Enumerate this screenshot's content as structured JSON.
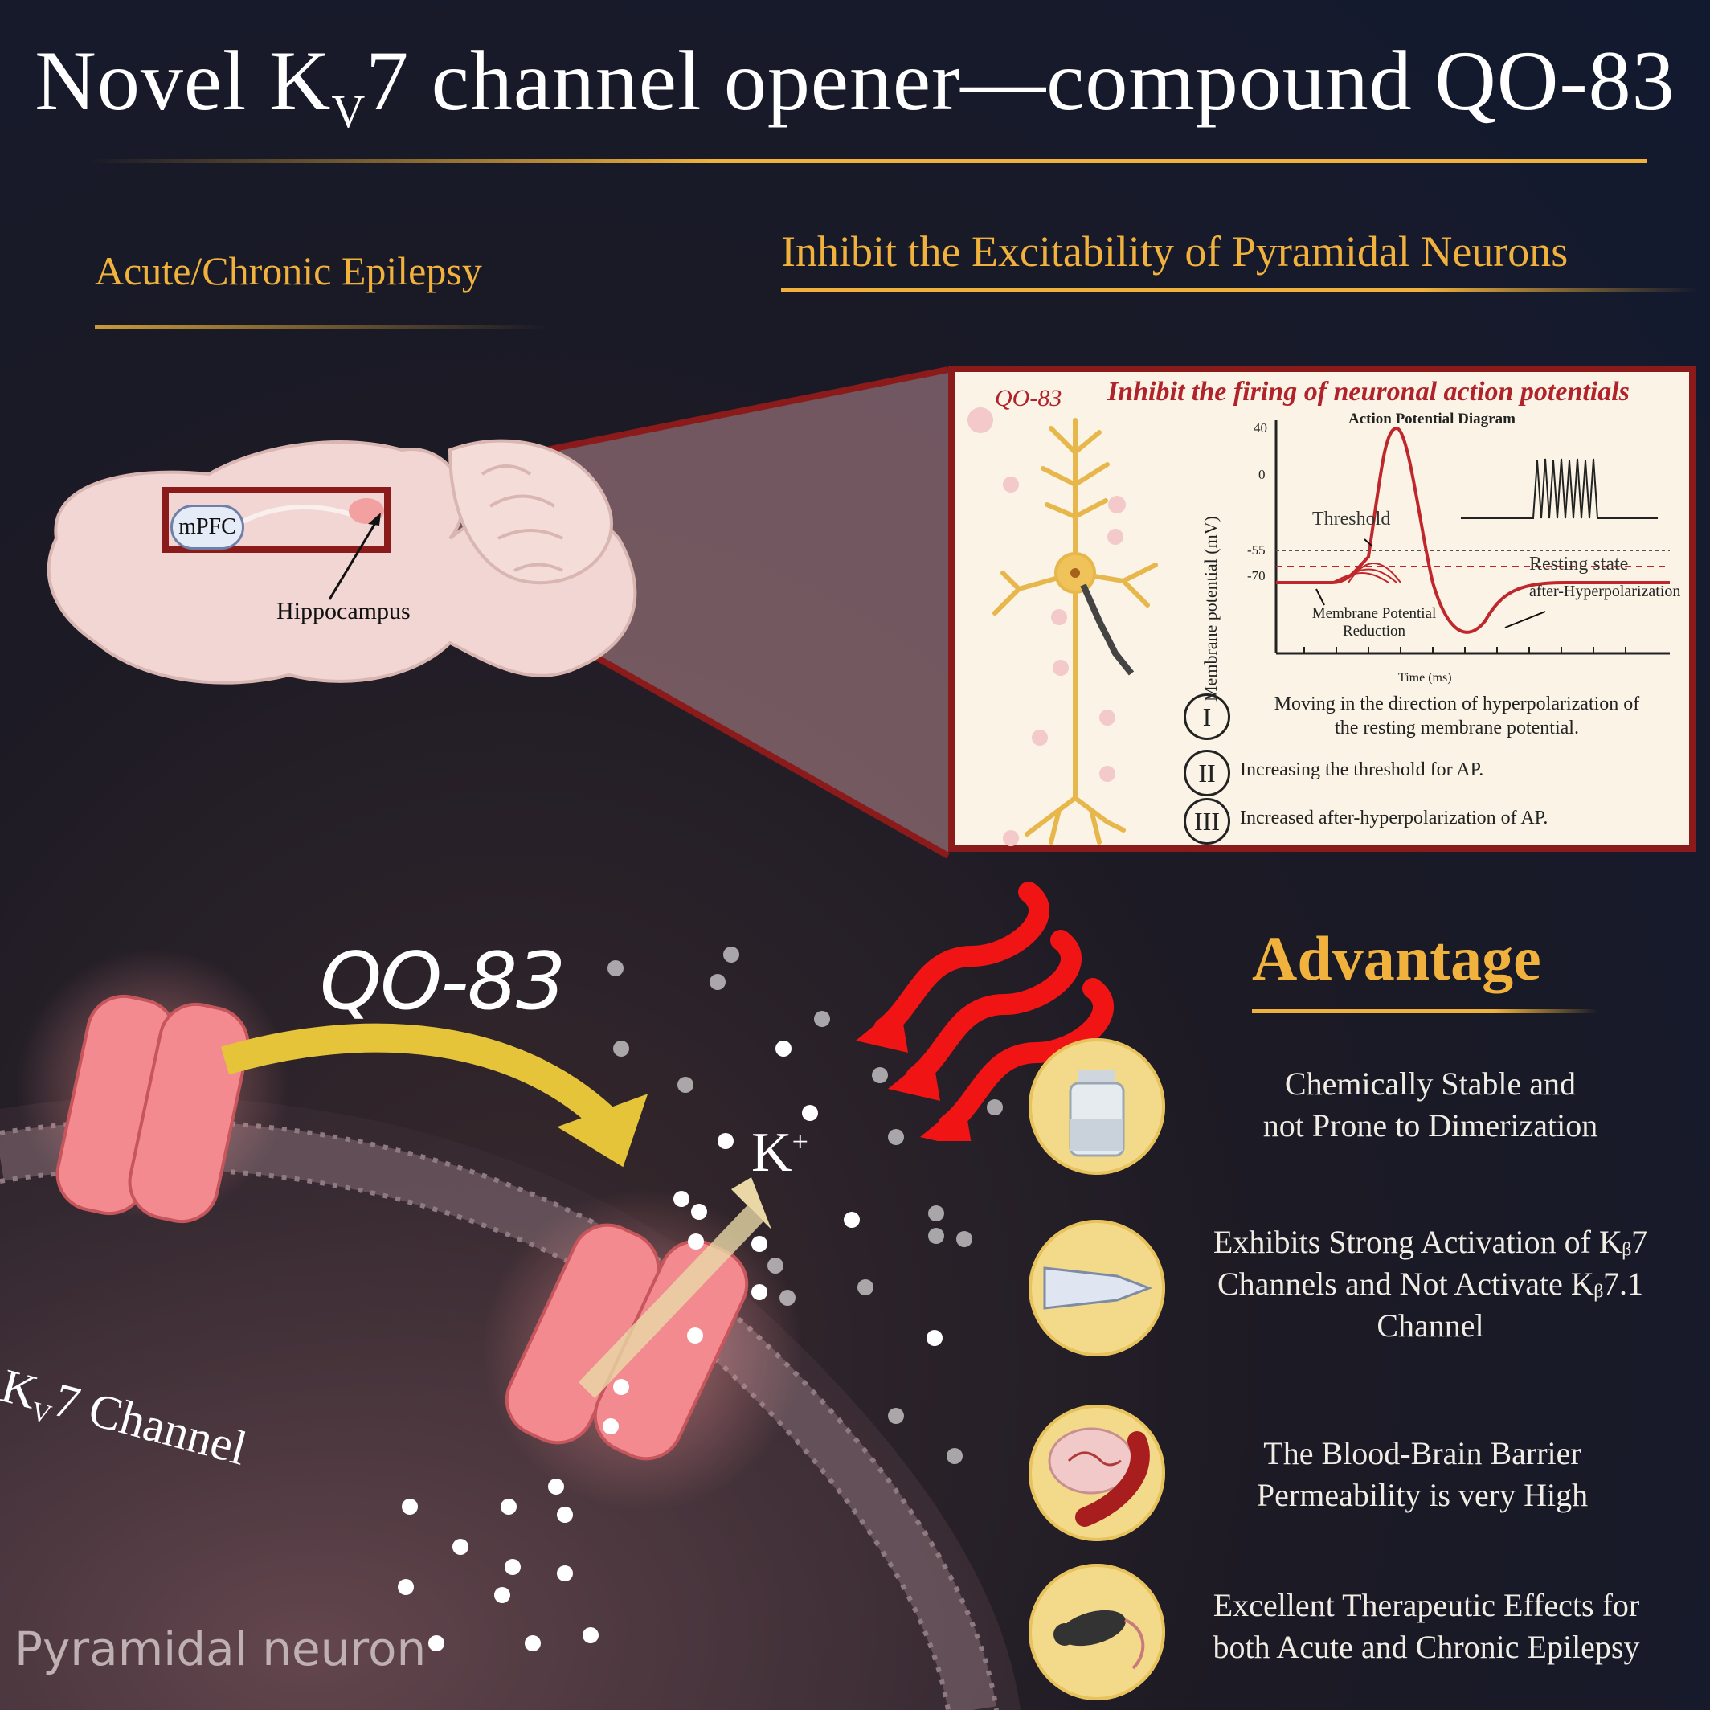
{
  "title": {
    "part1": "Novel K",
    "sub": "V",
    "part2": "7 channel opener—compound QO-83"
  },
  "left_heading": "Acute/Chronic Epilepsy",
  "right_heading": "Inhibit the Excitability of Pyramidal Neurons",
  "brain": {
    "mpfc": "mPFC",
    "hippocampus": "Hippocampus"
  },
  "panel": {
    "qo_label": "QO-83",
    "heading": "Inhibit the firing of neuronal action potentials",
    "chart_title": "Action Potential Diagram",
    "ylabel": "Membrane potential (mV)",
    "xlabel": "Time (ms)",
    "ticks": [
      "40",
      "0",
      "-55",
      "-70"
    ],
    "threshold": "Threshold",
    "resting": "Resting state",
    "ahp": "after-Hyperpolarization",
    "reduction_line1": "Membrane Potential",
    "reduction_line2": "Reduction",
    "points": [
      {
        "num": "I",
        "line1": "Moving in the direction of hyperpolarization of",
        "line2": "the resting membrane potential."
      },
      {
        "num": "II",
        "line1": "Increasing the threshold for AP.",
        "line2": ""
      },
      {
        "num": "III",
        "line1": "Increased after-hyperpolarization of AP.",
        "line2": ""
      }
    ]
  },
  "qo83": "QO-83",
  "kplus": {
    "k": "K",
    "plus": "+"
  },
  "channel_label": {
    "part1": "K",
    "sub": "V",
    "part2": "7 Channel"
  },
  "neuron_label": "Pyramidal neuron",
  "advantage_heading": "Advantage",
  "advantages": [
    {
      "icon": "bottle-icon",
      "lines": [
        "Chemically Stable and",
        "not Prone to Dimerization"
      ]
    },
    {
      "icon": "pipette-icon",
      "lines": [
        "Exhibits Strong Activation of Kᵦ7",
        "Channels and Not Activate Kᵦ7.1",
        "Channel"
      ]
    },
    {
      "icon": "brain-vessel-icon",
      "lines": [
        "The Blood-Brain Barrier",
        "Permeability is very High"
      ]
    },
    {
      "icon": "mouse-icon",
      "lines": [
        "Excellent Therapeutic Effects for",
        "both Acute and Chronic Epilepsy"
      ]
    }
  ],
  "colors": {
    "gold": "#f0b23c",
    "panel_border": "#8b1a1a",
    "ap_red": "#c0272d",
    "channel_pink": "#f08a8a"
  }
}
